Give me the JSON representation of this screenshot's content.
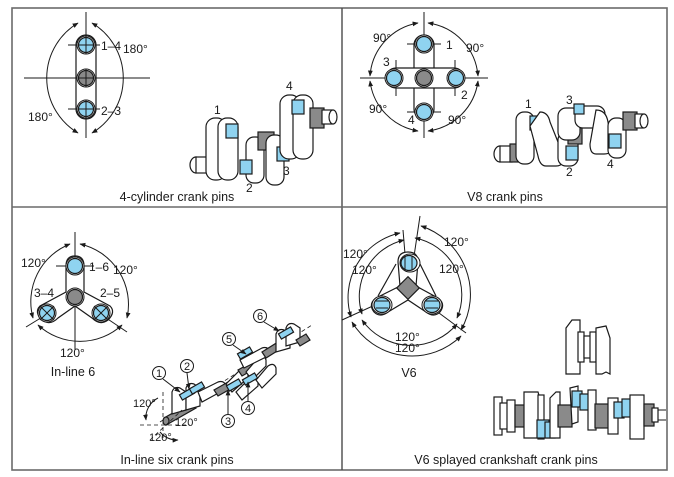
{
  "figure": {
    "panels": [
      {
        "id": "four-cylinder",
        "caption": "4-cylinder crank pins",
        "diagram": {
          "pin_labels": [
            "1–4",
            "2–3"
          ],
          "angle_labels": [
            "180°",
            "180°"
          ]
        },
        "crankshaft": {
          "pin_numbers": [
            "1",
            "2",
            "3",
            "4"
          ]
        }
      },
      {
        "id": "v8",
        "caption": "V8 crank pins",
        "diagram": {
          "pin_labels": [
            "1",
            "2",
            "3",
            "4"
          ],
          "angle_labels": [
            "90°",
            "90°",
            "90°",
            "90°"
          ]
        },
        "crankshaft": {
          "pin_numbers": [
            "1",
            "2",
            "3",
            "4"
          ]
        }
      },
      {
        "id": "inline-six",
        "caption": "In-line six crank pins",
        "diagram": {
          "title": "In-line 6",
          "pin_labels": [
            "1–6",
            "2–5",
            "3–4"
          ],
          "angle_labels": [
            "120°",
            "120°",
            "120°"
          ]
        },
        "crankshaft": {
          "pin_numbers": [
            "1",
            "2",
            "3",
            "4",
            "5",
            "6"
          ],
          "angle_labels": [
            "120°",
            "120°",
            "120°"
          ]
        }
      },
      {
        "id": "v6",
        "caption": "V6 splayed crankshaft crank pins",
        "diagram": {
          "title": "V6",
          "angle_labels": [
            "120°",
            "120°",
            "120°",
            "120°",
            "120°",
            "120°"
          ]
        }
      }
    ],
    "colors": {
      "crank_pin": "#8fd3f0",
      "main_journal": "#8a8a8a",
      "frame": "#6a6a6a",
      "ink": "#1a1a1a"
    }
  }
}
